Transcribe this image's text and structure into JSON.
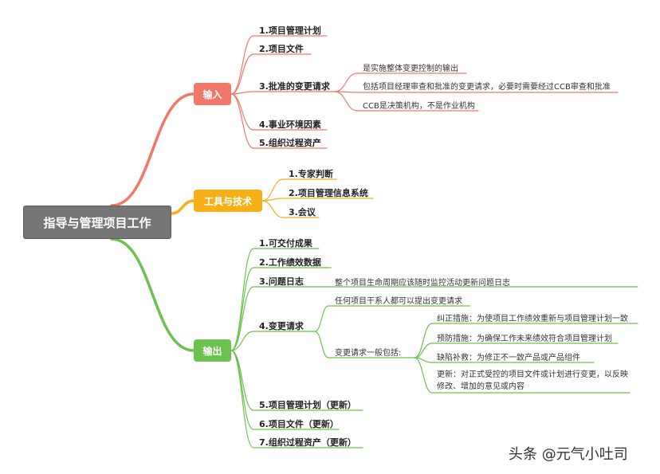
{
  "root": {
    "label": "指导与管理项目工作"
  },
  "colors": {
    "input": "#f2776b",
    "tools": "#f5b018",
    "output": "#6cc24e",
    "root": "#767676"
  },
  "input": {
    "label": "输入",
    "items": [
      {
        "label": "1.项目管理计划"
      },
      {
        "label": "2.项目文件"
      },
      {
        "label": "3.批准的变更请求",
        "notes": [
          "是实施整体变更控制的输出",
          "包括项目经理审查和批准的变更请求，必要时需要经过CCB审查和批准",
          "CCB是决策机构，不是作业机构"
        ]
      },
      {
        "label": "4.事业环境因素"
      },
      {
        "label": "5.组织过程资产"
      }
    ]
  },
  "tools": {
    "label": "工具与技术",
    "items": [
      {
        "label": "1.专家判断"
      },
      {
        "label": "2.项目管理信息系统"
      },
      {
        "label": "3.会议"
      }
    ]
  },
  "output": {
    "label": "输出",
    "items": [
      {
        "label": "1.可交付成果"
      },
      {
        "label": "2.工作绩效数据"
      },
      {
        "label": "3.问题日志",
        "note": "整个项目生命周期应该随时监控活动更新问题日志"
      },
      {
        "label": "4.变更请求",
        "note1": "任何项目干系人都可以提出变更请求",
        "note2": "变更请求一般包括:",
        "sub": [
          "纠正措施：为使项目工作绩效重新与项目管理计划一致",
          "预防措施：为确保工作未来绩效符合项目管理计划",
          "缺陷补救：为修正不一致产品或产品组件",
          "更新：对正式受控的项目文件或计划进行变更，以反映修改、增加的意见或内容"
        ]
      },
      {
        "label": "5.项目管理计划（更新）"
      },
      {
        "label": "6.项目文件（更新）"
      },
      {
        "label": "7.组织过程资产（更新）"
      }
    ]
  },
  "watermark": "头条 @元气小吐司"
}
